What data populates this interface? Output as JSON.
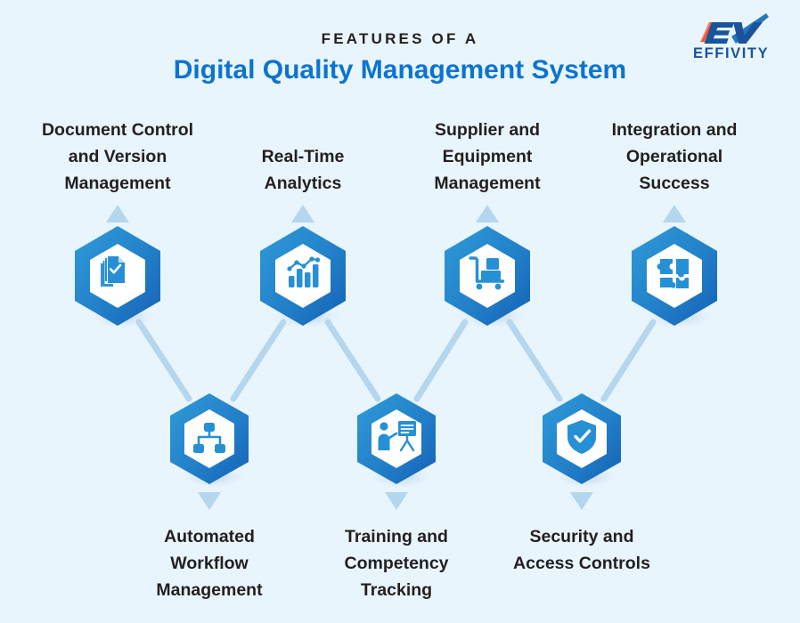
{
  "page": {
    "background_color": "#e9f5fd",
    "accent_color": "#0c74d0",
    "hex_gradient_from": "#2f9bd9",
    "hex_gradient_to": "#1462b5",
    "connector_color": "#b4d6ee",
    "text_color": "#231f20"
  },
  "header": {
    "eyebrow": "FEATURES OF A",
    "title": "Digital Quality Management System"
  },
  "logo": {
    "monogram": "EV",
    "wordmark": "EFFIVITY",
    "mark_color": "#18539c",
    "accent_color": "#ef4e23",
    "swoosh_color": "#1d6fb8"
  },
  "features": {
    "top_row": [
      {
        "id": "document-control",
        "label": "Document Control\nand Version\nManagement",
        "icon": "documents-check-icon",
        "arrow": "up"
      },
      {
        "id": "real-time-analytics",
        "label": "Real-Time\nAnalytics",
        "icon": "bar-chart-trend-icon",
        "arrow": "up"
      },
      {
        "id": "supplier-equipment",
        "label": "Supplier and\nEquipment\nManagement",
        "icon": "hand-truck-boxes-icon",
        "arrow": "up"
      },
      {
        "id": "integration-operational",
        "label": "Integration and\nOperational\nSuccess",
        "icon": "puzzle-pieces-icon",
        "arrow": "up"
      }
    ],
    "bottom_row": [
      {
        "id": "automated-workflow",
        "label": "Automated\nWorkflow\nManagement",
        "icon": "workflow-hierarchy-icon",
        "arrow": "down"
      },
      {
        "id": "training-competency",
        "label": "Training and\nCompetency\nTracking",
        "icon": "training-presentation-icon",
        "arrow": "down"
      },
      {
        "id": "security-access",
        "label": "Security and\nAccess Controls",
        "icon": "shield-check-icon",
        "arrow": "down"
      }
    ]
  }
}
